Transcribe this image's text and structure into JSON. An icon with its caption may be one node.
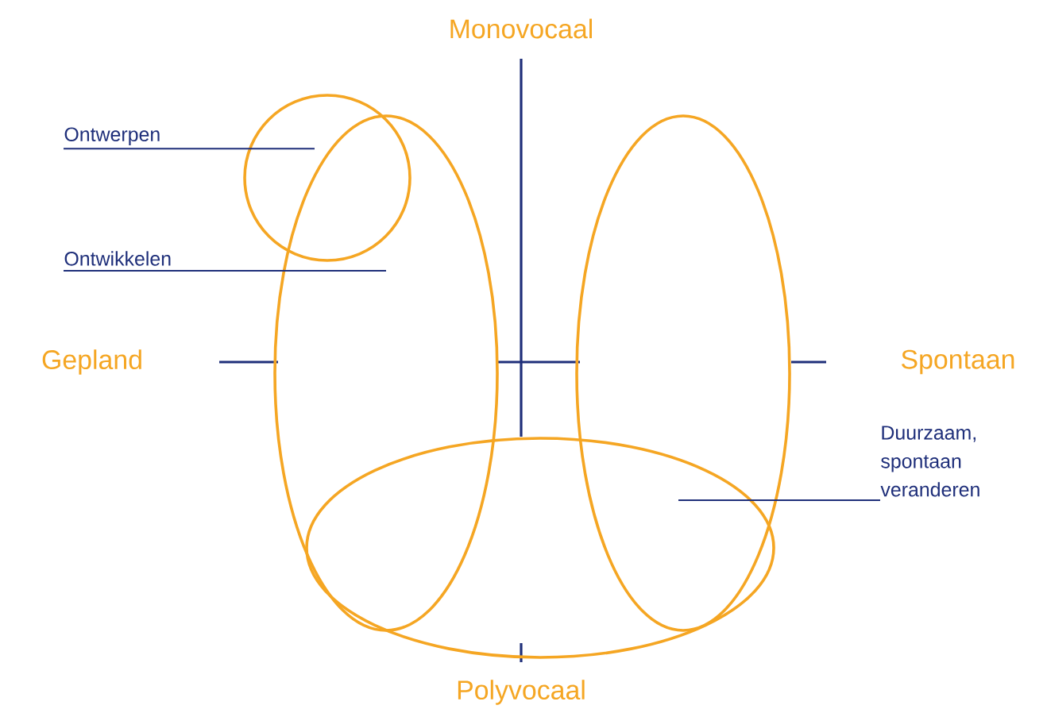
{
  "diagram": {
    "nodes": [
      {
        "text": [
          "Ontwerpen"
        ]
      },
      {
        "text": [
          "Ontwikkelen"
        ]
      },
      {
        "text": [
          "Duurzaam, spontaan veranderen"
        ]
      },
      {
        "text": [],
        "shape": "circle"
      },
      {
        "text": [],
        "shape": "ellipse"
      },
      {
        "text": [],
        "shape": "ellipse"
      },
      {
        "text": [],
        "shape": "ellipse"
      }
    ],
    "edges": [
      {
        "from": 0,
        "to": 3,
        "arrow": "none"
      },
      {
        "from": 1,
        "to": 4,
        "arrow": "none"
      },
      {
        "from": 2,
        "to": 6,
        "arrow": "none"
      }
    ],
    "labels": [
      "Monovocaal",
      "Gepland",
      "Spontaan",
      "Polyvocaal"
    ]
  }
}
